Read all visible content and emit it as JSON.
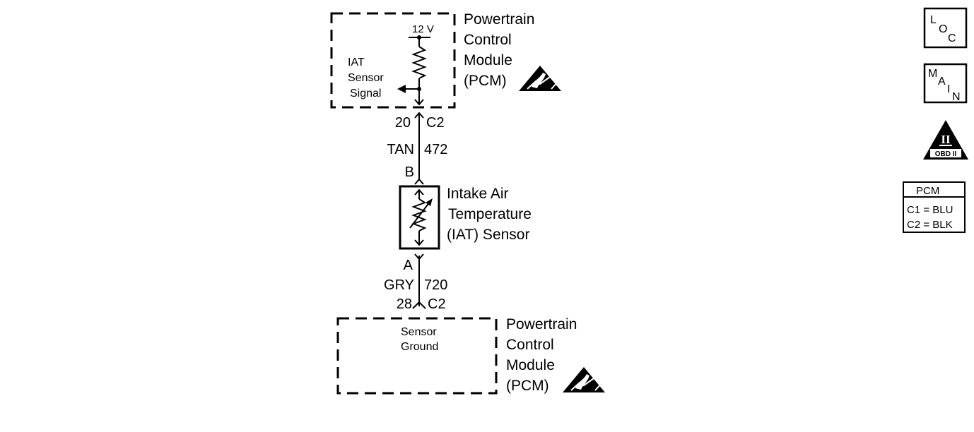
{
  "pcm_top": {
    "voltage": "12 V",
    "signal_lines": [
      "IAT",
      "Sensor",
      "Signal"
    ],
    "module_lines": [
      "Powertrain",
      "Control",
      "Module",
      "(PCM)"
    ]
  },
  "connector_upper": {
    "pin": "20",
    "connector": "C2",
    "wire_color": "TAN",
    "circuit": "472",
    "sensor_terminal": "B"
  },
  "sensor": {
    "name_lines": [
      "Intake Air",
      "Temperature",
      "(IAT) Sensor"
    ]
  },
  "connector_lower": {
    "sensor_terminal": "A",
    "wire_color": "GRY",
    "circuit": "720",
    "pin": "28",
    "connector": "C2"
  },
  "pcm_bottom": {
    "ground_lines": [
      "Sensor",
      "Ground"
    ],
    "module_lines": [
      "Powertrain",
      "Control",
      "Module",
      "(PCM)"
    ]
  },
  "legend": {
    "loc_letters": [
      "L",
      "O",
      "C"
    ],
    "main_letters": [
      "M",
      "A",
      "I",
      "N"
    ],
    "obd_symbol": "II",
    "obd_label": "OBD II",
    "pcm_table": {
      "header": "PCM",
      "rows": [
        "C1 = BLU",
        "C2 = BLK"
      ]
    }
  },
  "icons": [
    "esd-warning-icon",
    "loc-icon",
    "main-icon",
    "obd-ii-icon"
  ]
}
